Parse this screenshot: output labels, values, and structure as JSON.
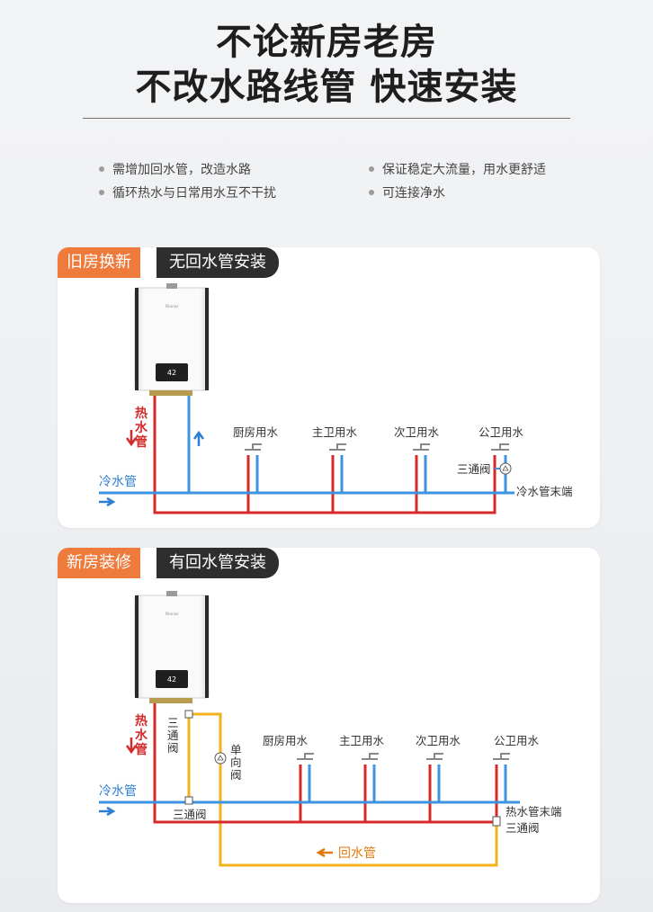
{
  "headline": {
    "line1": "不论新房老房",
    "line2": "不改水路线管 快速安装"
  },
  "bullets": {
    "left": [
      "需增加回水管，改造水路",
      "循环热水与日常用水互不干扰"
    ],
    "right": [
      "保证稳定大流量，用水更舒适",
      "可连接净水"
    ]
  },
  "colors": {
    "hot": "#d42a2a",
    "cold": "#3d93e0",
    "return": "#f2b21a",
    "tag_orange": "#ee7a3c",
    "tag_dark": "#2e2e2e"
  },
  "card1": {
    "tag": "旧房换新",
    "title": "无回水管安装",
    "heater_display": "42",
    "heater_brand": "Rinnai",
    "hot_pipe_label": [
      "热",
      "水",
      "管"
    ],
    "cold_pipe_label": "冷水管",
    "outlets": [
      "厨房用水",
      "主卫用水",
      "次卫用水",
      "公卫用水"
    ],
    "valve_label": "三通阀",
    "end_label": "冷水管末端"
  },
  "card2": {
    "tag": "新房装修",
    "title": "有回水管安装",
    "heater_display": "42",
    "heater_brand": "Rinnai",
    "hot_pipe_label": [
      "热",
      "水",
      "管"
    ],
    "cold_pipe_label": "冷水管",
    "valve_top_label": [
      "三",
      "通",
      "阀"
    ],
    "check_valve_label": [
      "单",
      "向",
      "阀"
    ],
    "valve_bottom_label": "三通阀",
    "outlets": [
      "厨房用水",
      "主卫用水",
      "次卫用水",
      "公卫用水"
    ],
    "end_label": "热水管末端",
    "end_valve_label": "三通阀",
    "return_label": "回水管"
  }
}
